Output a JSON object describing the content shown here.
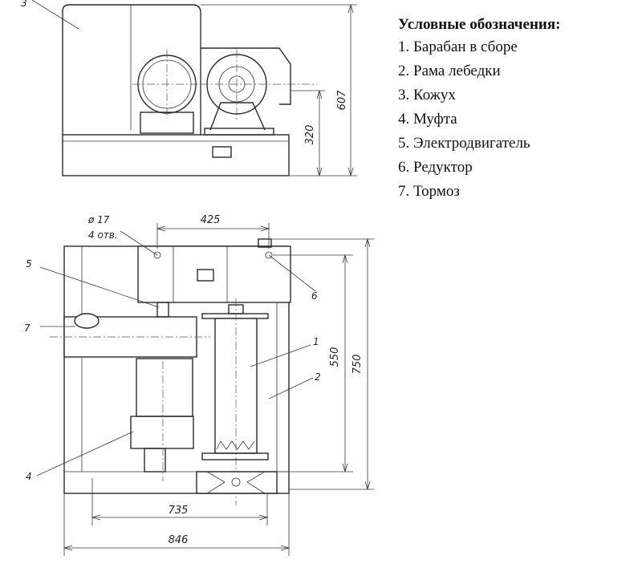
{
  "legend": {
    "title": "Условные обозначения:",
    "items": [
      "1. Барабан в сборе",
      "2. Рама лебедки",
      "3. Кожух",
      "4. Муфта",
      "5. Электродвигатель",
      "6. Редуктор",
      "7. Тормоз"
    ]
  },
  "top_view": {
    "callout": "3",
    "dim_height_total": "607",
    "dim_height_base": "320"
  },
  "front_view": {
    "hole_note_line1": "ø 17",
    "hole_note_line2": "4 отв.",
    "dim_top": "425",
    "dim_inner_height": "550",
    "dim_total_height": "750",
    "dim_base_inner": "735",
    "dim_base_total": "846",
    "callouts": [
      "1",
      "2",
      "4",
      "5",
      "6",
      "7"
    ]
  }
}
